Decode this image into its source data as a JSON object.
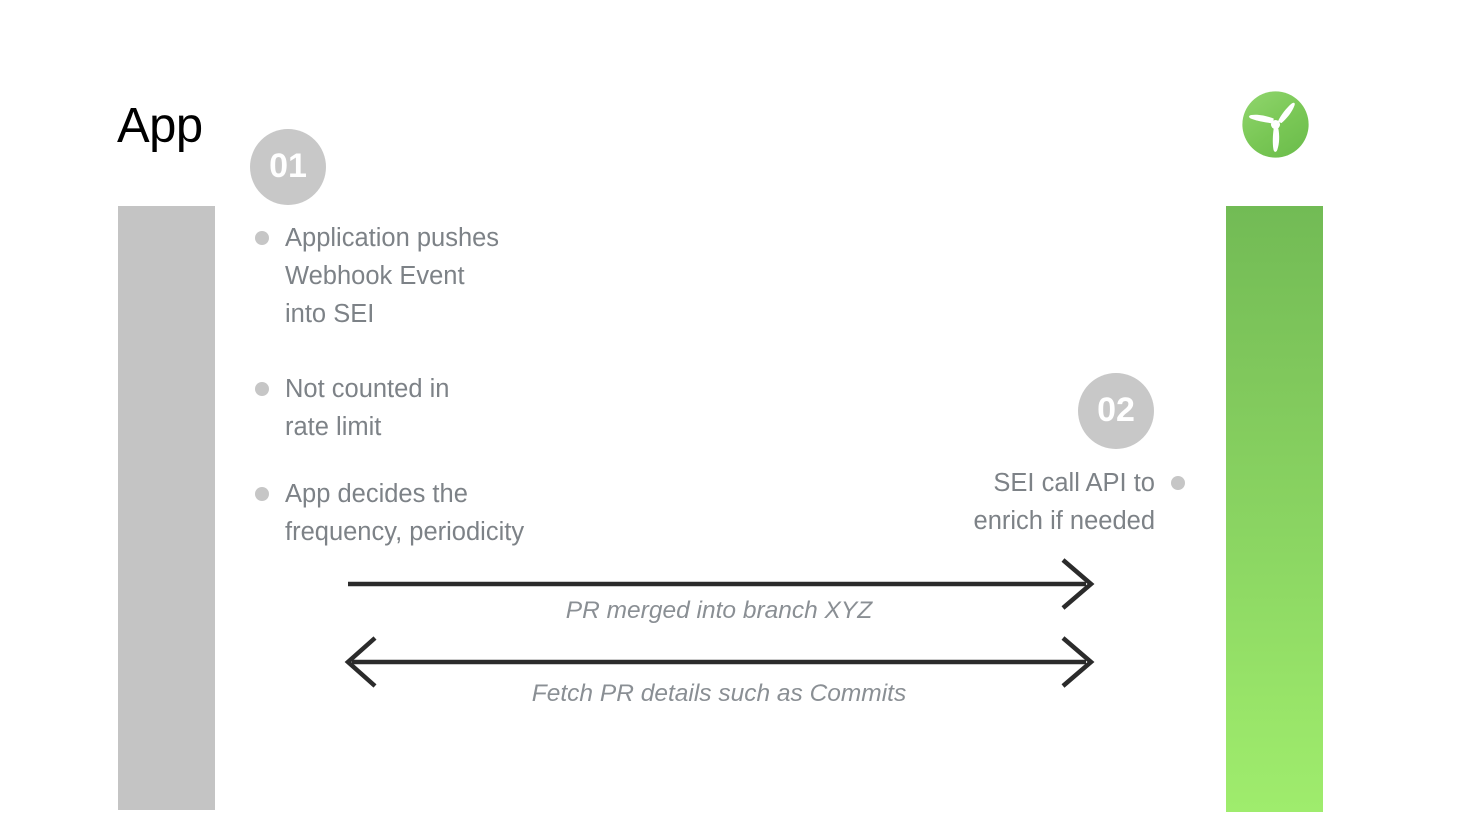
{
  "slide": {
    "title": "App",
    "background_color": "#ffffff"
  },
  "lanes": [
    {
      "name": "app-lane",
      "label": "App",
      "color": "#c4c4c4"
    },
    {
      "name": "sei-lane",
      "gradient_from": "#72bb55",
      "gradient_to": "#9fec6d"
    }
  ],
  "logo": {
    "name": "harness-propeller-logo",
    "circle_color": "#7ec85a",
    "blade_color": "#ffffff"
  },
  "steps": [
    {
      "badge": "01",
      "badge_color": "#c8c8c8",
      "badge_text_color": "#ffffff",
      "align": "left",
      "bullets": [
        "Application pushes\nWebhook Event\ninto SEI",
        "Not counted in\nrate limit",
        "App decides the\nfrequency, periodicity"
      ]
    },
    {
      "badge": "02",
      "badge_color": "#c8c8c8",
      "badge_text_color": "#ffffff",
      "align": "right",
      "bullets": [
        "SEI call API to\nenrich if needed"
      ]
    }
  ],
  "messages": [
    {
      "label": "PR merged into branch XYZ",
      "direction": "right",
      "color": "#2b2b2b",
      "label_color": "#8a8f94"
    },
    {
      "label": "Fetch PR details such as Commits",
      "direction": "both",
      "color": "#2b2b2b",
      "label_color": "#8a8f94"
    }
  ]
}
